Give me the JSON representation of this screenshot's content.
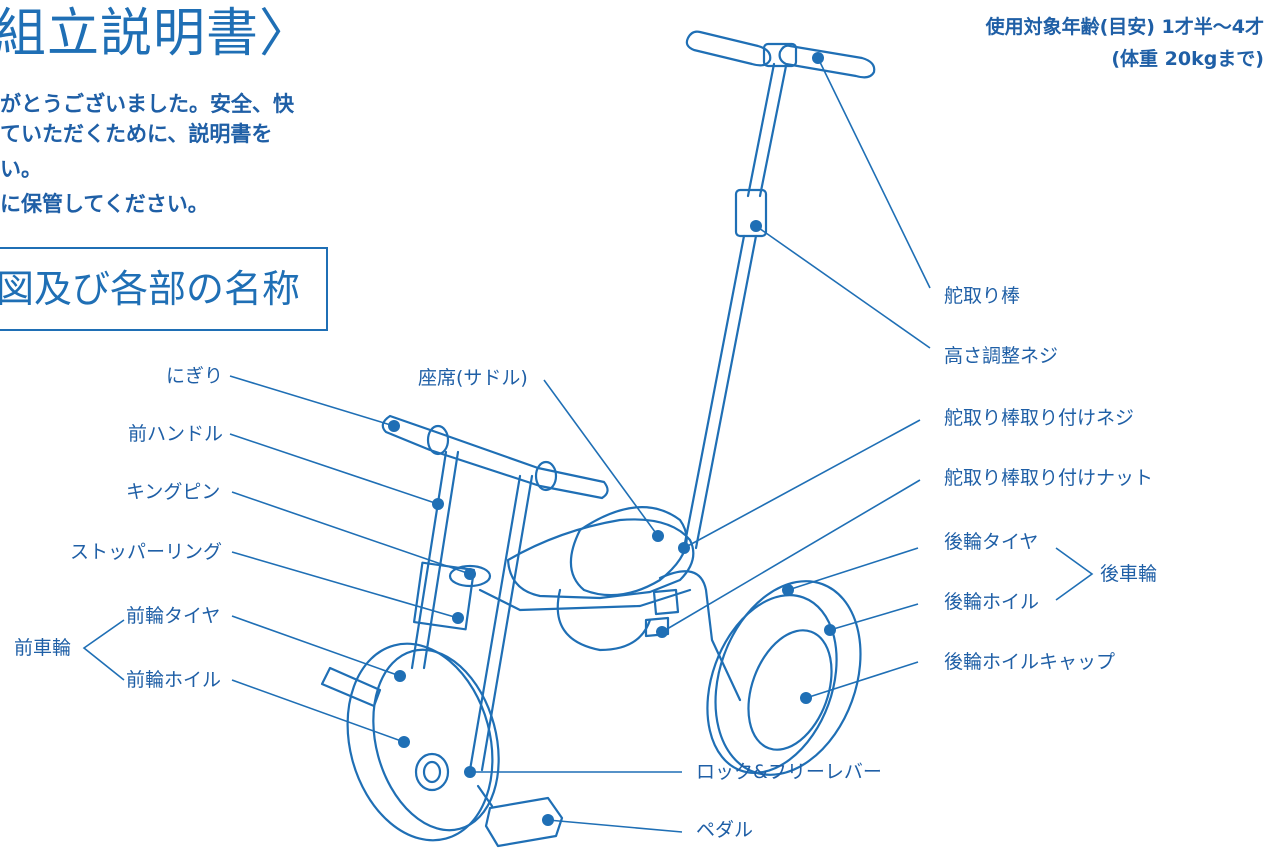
{
  "title": "組立説明書〉",
  "intro_lines": [
    "がとうございました。安全、快",
    "ていただくために、説明書を",
    "い。",
    "に保管してください。"
  ],
  "section_heading": "図及び各部の名称",
  "age": {
    "line1": "使用対象年齢(目安) 1才半〜4才",
    "line2": "(体重 20kgまで)"
  },
  "labels": {
    "nigiri": "にぎり",
    "mae_handle": "前ハンドル",
    "kingpin": "キングピン",
    "stopper_ring": "ストッパーリング",
    "mae_tire": "前輪タイヤ",
    "mae_wheel": "前輪ホイル",
    "mae_sharin": "前車輪",
    "zaseki": "座席(サドル)",
    "kaji_bou": "舵取り棒",
    "takasa_neji": "高さ調整ネジ",
    "kaji_neji": "舵取り棒取り付けネジ",
    "kaji_nut": "舵取り棒取り付けナット",
    "ato_tire": "後輪タイヤ",
    "ato_wheel": "後輪ホイル",
    "ato_sharin": "後車輪",
    "ato_cap": "後輪ホイルキャップ",
    "lock": "ロック&フリーレバー",
    "pedal": "ペダル"
  },
  "colors": {
    "line": "#1f6fb5",
    "text": "#1f5fa6",
    "bg": "#ffffff"
  }
}
